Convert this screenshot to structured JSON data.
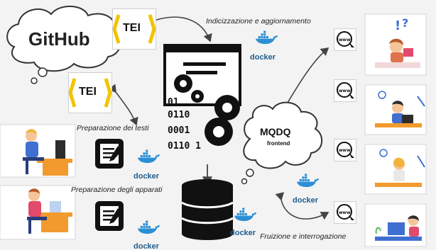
{
  "labels": {
    "github": "GitHub",
    "tei_top": "TEI",
    "tei_left": "TEI",
    "indexing": "Indicizzazione e aggiornamento",
    "prep_texts": "Preparazione dei testi",
    "prep_apparatus": "Preparazione degli apparati",
    "mqdq": "MQDQ",
    "frontend": "frontend",
    "fruition": "Fruizione e interrogazione",
    "binary": [
      "01",
      "0110",
      "0001",
      "0110 1"
    ],
    "www": "www"
  },
  "docker_logos": [
    {
      "id": "indexing",
      "text": "docker"
    },
    {
      "id": "texts",
      "text": "docker"
    },
    {
      "id": "apparatus",
      "text": "docker"
    },
    {
      "id": "database",
      "text": "docker"
    },
    {
      "id": "frontend",
      "text": "docker"
    }
  ],
  "icons": [
    "github-cloud",
    "tei-logo",
    "gears-icon",
    "document-icon",
    "database-icon",
    "notebook-icon",
    "www-icon",
    "docker-whale-icon",
    "cursor-icon",
    "user-desk-illustration"
  ],
  "colors": {
    "background": "#f3f3f3",
    "docker_blue": "#2b8fd6",
    "tei_yellow": "#f2c300",
    "dark": "#111111",
    "desk_orange": "#f29a2e",
    "user_blue": "#3f6fd1",
    "phone_pink": "#e24a6d",
    "accent_green": "#5cb85c"
  }
}
